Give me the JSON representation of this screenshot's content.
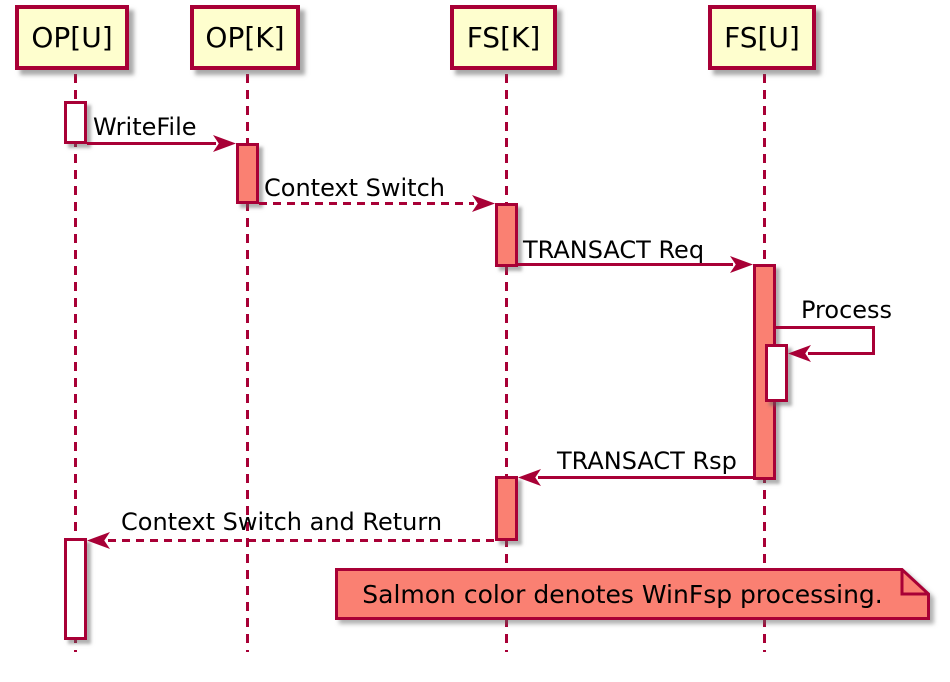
{
  "diagram": {
    "type": "uml-sequence",
    "participants": [
      {
        "label": "OP[U]"
      },
      {
        "label": "OP[K]"
      },
      {
        "label": "FS[K]"
      },
      {
        "label": "FS[U]"
      }
    ],
    "messages": [
      {
        "label": "WriteFile",
        "from": "OP[U]",
        "to": "OP[K]",
        "line": "solid"
      },
      {
        "label": "Context Switch",
        "from": "OP[K]",
        "to": "FS[K]",
        "line": "dashed"
      },
      {
        "label": "TRANSACT Req",
        "from": "FS[K]",
        "to": "FS[U]",
        "line": "solid"
      },
      {
        "label": "Process",
        "from": "FS[U]",
        "to": "FS[U]",
        "line": "solid",
        "self": true
      },
      {
        "label": "TRANSACT Rsp",
        "from": "FS[U]",
        "to": "FS[K]",
        "line": "solid"
      },
      {
        "label": "Context Switch and Return",
        "from": "FS[K]",
        "to": "OP[U]",
        "line": "dashed"
      }
    ],
    "note": {
      "text": "Salmon color denotes WinFsp processing."
    },
    "colors": {
      "participant_fill": "#FEFECE",
      "line": "#A80036",
      "salmon": "#FA8072",
      "activation_neutral": "#FFFFFF",
      "text": "#000000",
      "background": "#FFFFFF"
    }
  }
}
